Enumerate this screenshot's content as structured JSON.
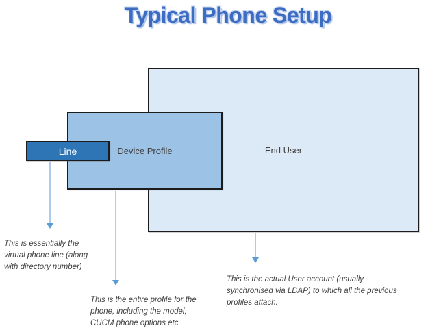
{
  "title": "Typical Phone Setup",
  "colors": {
    "title_blue": "#3d6cc3",
    "title_glow": "#a3bfe8",
    "end_user_fill": "#dce9f6",
    "device_profile_fill": "#9cc2e5",
    "line_fill": "#2e75b6",
    "box_border": "#1c1c1c",
    "arrow_shaft": "#aecbeb",
    "arrow_head": "#5b9bd5",
    "annotation_text": "#414141"
  },
  "boxes": [
    {
      "id": "end_user",
      "label": "End User",
      "fill": "#dce9f6"
    },
    {
      "id": "device_profile",
      "label": "Device Profile",
      "fill": "#9cc2e5"
    },
    {
      "id": "line",
      "label": "Line",
      "fill": "#2e75b6"
    }
  ],
  "annotations": [
    {
      "target": "line",
      "lines": [
        "This is essentially the",
        "virtual phone line (along",
        "with directory number)"
      ]
    },
    {
      "target": "device_profile",
      "lines": [
        "This is the entire profile for the",
        "phone, including the model,",
        "CUCM phone options etc"
      ]
    },
    {
      "target": "end_user",
      "lines": [
        "This is the actual User account (usually",
        "synchronised via LDAP) to which all the previous",
        "profiles attach."
      ]
    }
  ]
}
